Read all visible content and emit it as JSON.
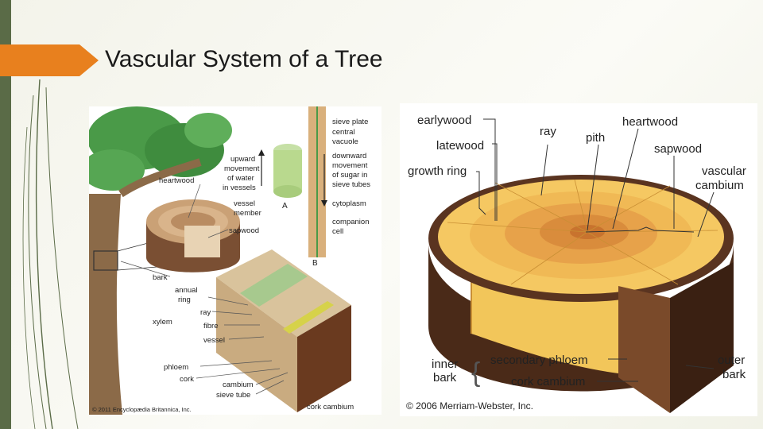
{
  "slide": {
    "title": "Vascular System of a Tree"
  },
  "left_figure": {
    "labels": {
      "sieve_plate": "sieve plate",
      "central_vacuole_1": "central",
      "central_vacuole_2": "vacuole",
      "upward_1": "upward",
      "upward_2": "movement",
      "upward_3": "of water",
      "upward_4": "in vessels",
      "downward_1": "downward",
      "downward_2": "movement",
      "downward_3": "of sugar in",
      "downward_4": "sieve tubes",
      "heartwood": "heartwood",
      "vessel_member_1": "vessel",
      "vessel_member_2": "member",
      "cytoplasm": "cytoplasm",
      "companion_1": "companion",
      "companion_2": "cell",
      "sapwood": "sapwood",
      "marker_a": "A",
      "marker_b": "B",
      "bark": "bark",
      "annual_ring_1": "annual",
      "annual_ring_2": "ring",
      "ray": "ray",
      "fibre": "fibre",
      "xylem": "xylem",
      "vessel": "vessel",
      "phloem": "phloem",
      "cork": "cork",
      "cambium": "cambium",
      "sieve_tube": "sieve tube",
      "cork_cambium": "cork cambium",
      "copyright": "© 2011 Encyclopædia Britannica, Inc."
    }
  },
  "right_figure": {
    "labels": {
      "earlywood": "earlywood",
      "ray": "ray",
      "heartwood": "heartwood",
      "latewood": "latewood",
      "pith": "pith",
      "sapwood": "sapwood",
      "growth_ring": "growth ring",
      "vascular_cambium_1": "vascular",
      "vascular_cambium_2": "cambium",
      "inner_bark_1": "inner",
      "inner_bark_2": "bark",
      "secondary_phloem": "secondary phloem",
      "cork_cambium": "cork cambium",
      "outer_bark_1": "outer",
      "outer_bark_2": "bark",
      "copyright": "© 2006 Merriam-Webster, Inc."
    }
  },
  "colors": {
    "accent_orange": "#e8801e",
    "side_bar": "#5a6b47",
    "leaf_green": "#4a9a48",
    "wood_yellow": "#f2c65a",
    "bark_brown": "#4a2a18"
  }
}
